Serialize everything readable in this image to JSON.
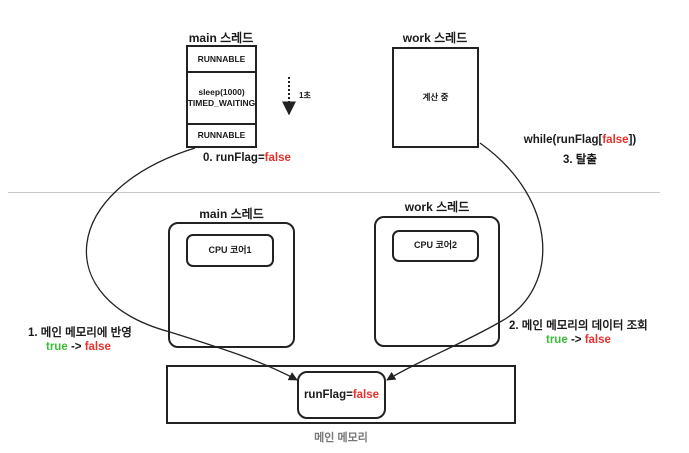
{
  "top": {
    "main_thread": {
      "title": "main 스레드",
      "states": [
        {
          "line1": "RUNNABLE",
          "line2": ""
        },
        {
          "line1": "sleep(1000)",
          "line2": "TIMED_WAITING"
        },
        {
          "line1": "RUNNABLE",
          "line2": ""
        }
      ],
      "duration_label": "1초",
      "step_prefix": "0. runFlag=",
      "step_value": "false"
    },
    "work_thread": {
      "title": "work 스레드",
      "status": "계산 중",
      "loop_prefix": "while(runFlag[",
      "loop_value": "false",
      "loop_suffix": "])",
      "exit_label": "3. 탈출"
    }
  },
  "bottom": {
    "main_thread": {
      "title": "main 스레드",
      "core": "CPU 코어1"
    },
    "work_thread": {
      "title": "work 스레드",
      "core": "CPU 코어2"
    },
    "step1": {
      "label": "1. 메인 메모리에 반영",
      "from": "true",
      "arrow": "->",
      "to": "false"
    },
    "step2": {
      "label": "2. 메인 메모리의 데이터 조회",
      "from": "true",
      "arrow": "->",
      "to": "false"
    },
    "memory": {
      "label": "메인 메모리",
      "var_prefix": "runFlag=",
      "var_value": "false"
    }
  },
  "colors": {
    "false": "#e8302c",
    "true": "#3dbb3a",
    "stroke": "#222222",
    "divider": "#c8c8c8"
  }
}
